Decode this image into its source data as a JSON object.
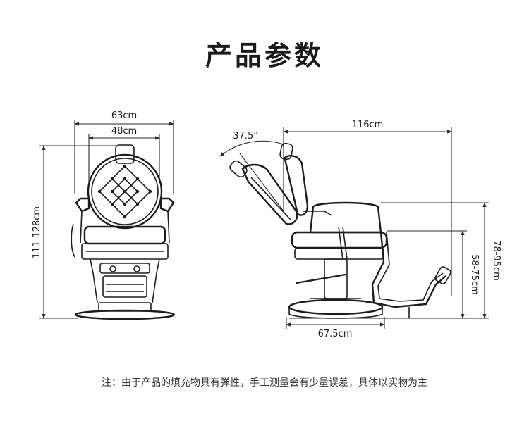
{
  "header": {
    "title": "产品参数"
  },
  "front_view": {
    "width_outer": "63cm",
    "width_seat": "48cm",
    "height": "111-128cm"
  },
  "side_view": {
    "recline_angle": "37.5°",
    "length": "116cm",
    "base_diameter": "67.5cm",
    "seat_height": "58-75cm",
    "armrest_height": "78-95cm"
  },
  "footer": {
    "note": "注：由于产品的填充物具有弹性，手工测量会有少量误差，具体以实物为主"
  }
}
